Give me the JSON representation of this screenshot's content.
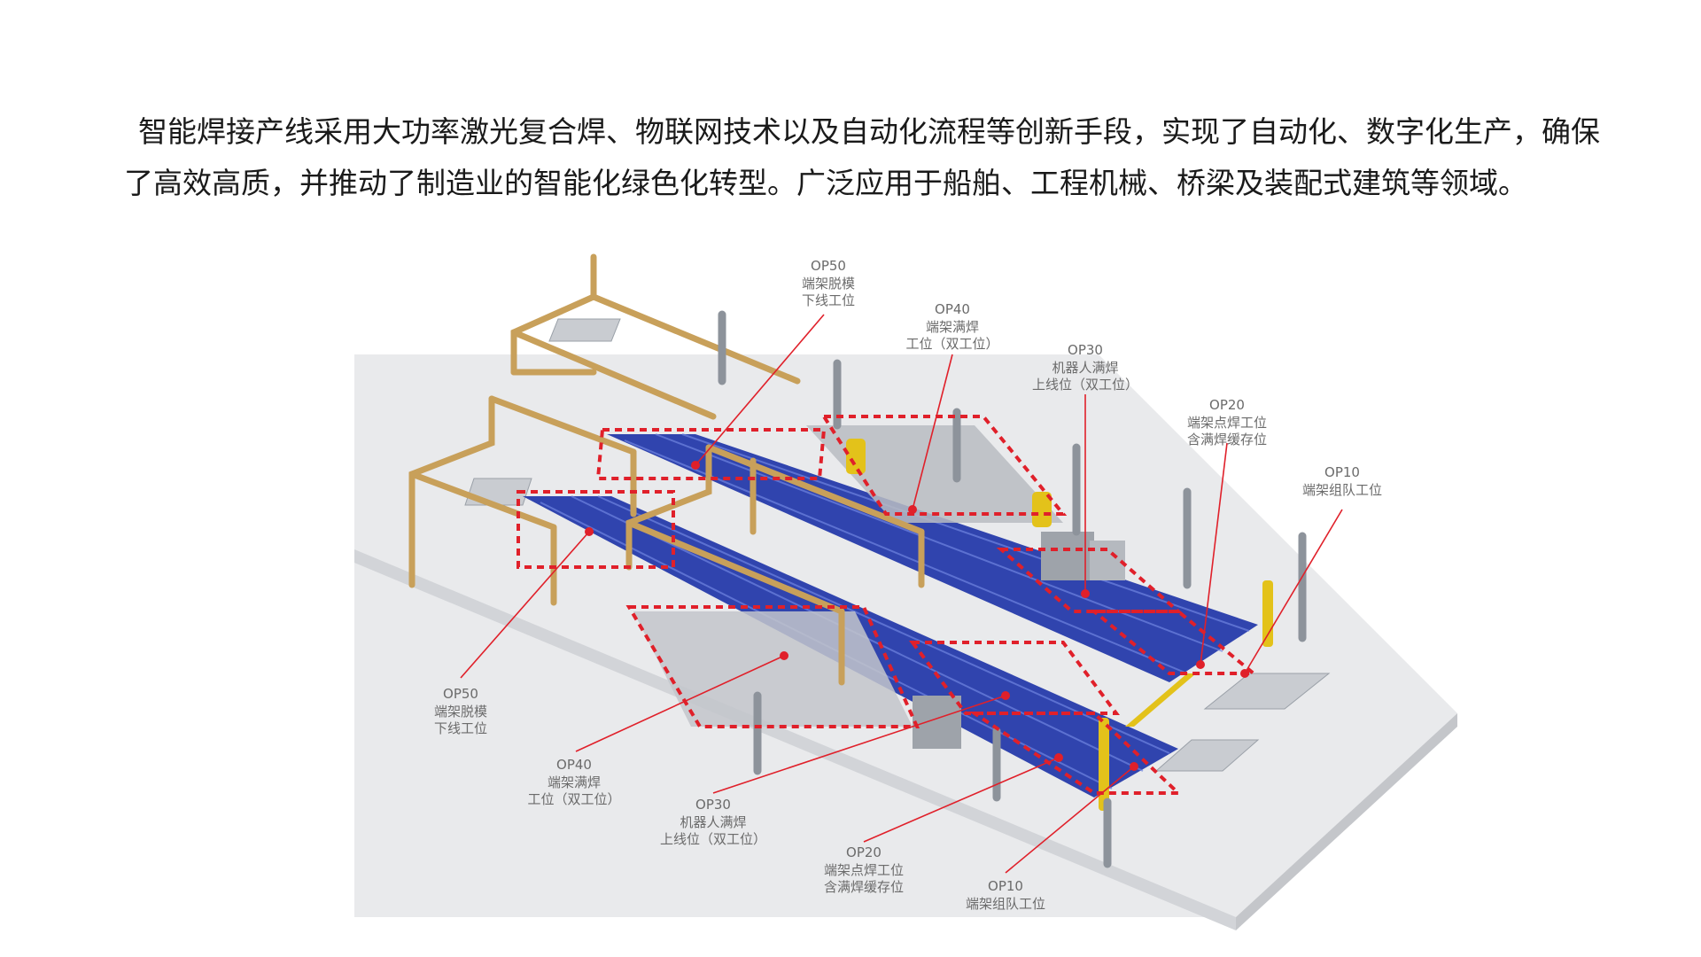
{
  "intro_text": "智能焊接产线采用大功率激光复合焊、物联网技术以及自动化流程等创新手段，实现了自动化、数字化生产，确保了高效高质，并推动了制造业的智能化绿色化转型。广泛应用于船舶、工程机械、桥梁及装配式建筑等领域。",
  "colors": {
    "accent": "#e0202a",
    "frame": "#c8a05a",
    "fixture": "#1f35a8",
    "floor": "#e9eaec",
    "label": "#6b6b6b"
  },
  "top_labels": [
    {
      "code": "OP50",
      "line1": "端架脱模",
      "line2": "下线工位"
    },
    {
      "code": "OP40",
      "line1": "端架满焊",
      "line2": "工位（双工位）"
    },
    {
      "code": "OP30",
      "line1": "机器人满焊",
      "line2": "上线位（双工位）"
    },
    {
      "code": "OP20",
      "line1": "端架点焊工位",
      "line2": "含满焊缓存位"
    },
    {
      "code": "OP10",
      "line1": "端架组队工位",
      "line2": ""
    }
  ],
  "bottom_labels": [
    {
      "code": "OP50",
      "line1": "端架脱模",
      "line2": "下线工位"
    },
    {
      "code": "OP40",
      "line1": "端架满焊",
      "line2": "工位（双工位）"
    },
    {
      "code": "OP30",
      "line1": "机器人满焊",
      "line2": "上线位（双工位）"
    },
    {
      "code": "OP20",
      "line1": "端架点焊工位",
      "line2": "含满焊缓存位"
    },
    {
      "code": "OP10",
      "line1": "端架组队工位",
      "line2": ""
    }
  ]
}
